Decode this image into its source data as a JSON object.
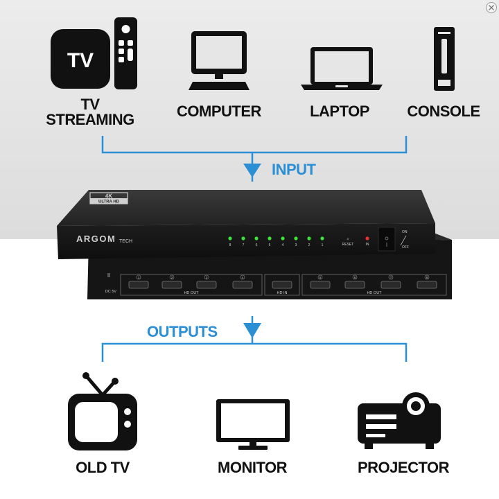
{
  "inputs": {
    "items": [
      {
        "label_line1": "TV",
        "label_line2": "STREAMING",
        "icon": "tv-box-remote-icon",
        "icon_text": "TV"
      },
      {
        "label": "COMPUTER",
        "icon": "desktop-computer-icon"
      },
      {
        "label": "LAPTOP",
        "icon": "laptop-icon"
      },
      {
        "label": "CONSOLE",
        "icon": "game-console-icon"
      }
    ],
    "flow_label": "INPUT"
  },
  "device": {
    "badge_top": "4K",
    "badge_bottom": "ULTRA HD",
    "brand": "ARGOM",
    "brand_suffix": "TECH",
    "led_numbers": [
      "8",
      "7",
      "6",
      "5",
      "4",
      "3",
      "2",
      "1"
    ],
    "reset_label": "RESET",
    "in_label": "IN",
    "switch_on": "ON",
    "switch_off": "OFF",
    "dc_label": "DC 5V",
    "out_numbers_left": [
      "1",
      "2",
      "3",
      "4"
    ],
    "out_numbers_right": [
      "5",
      "6",
      "7",
      "8"
    ],
    "hd_out_label": "HD OUT",
    "hd_in_label": "HD IN",
    "led_color": "#39e639",
    "power_led_color": "#e8322d"
  },
  "outputs": {
    "flow_label": "OUTPUTS",
    "items": [
      {
        "label": "OLD TV",
        "icon": "old-tv-icon"
      },
      {
        "label": "MONITOR",
        "icon": "monitor-icon"
      },
      {
        "label": "PROJECTOR",
        "icon": "projector-icon"
      }
    ]
  },
  "colors": {
    "accent": "#2b8fd6",
    "icon": "#111111",
    "device": "#1b1b1b"
  }
}
